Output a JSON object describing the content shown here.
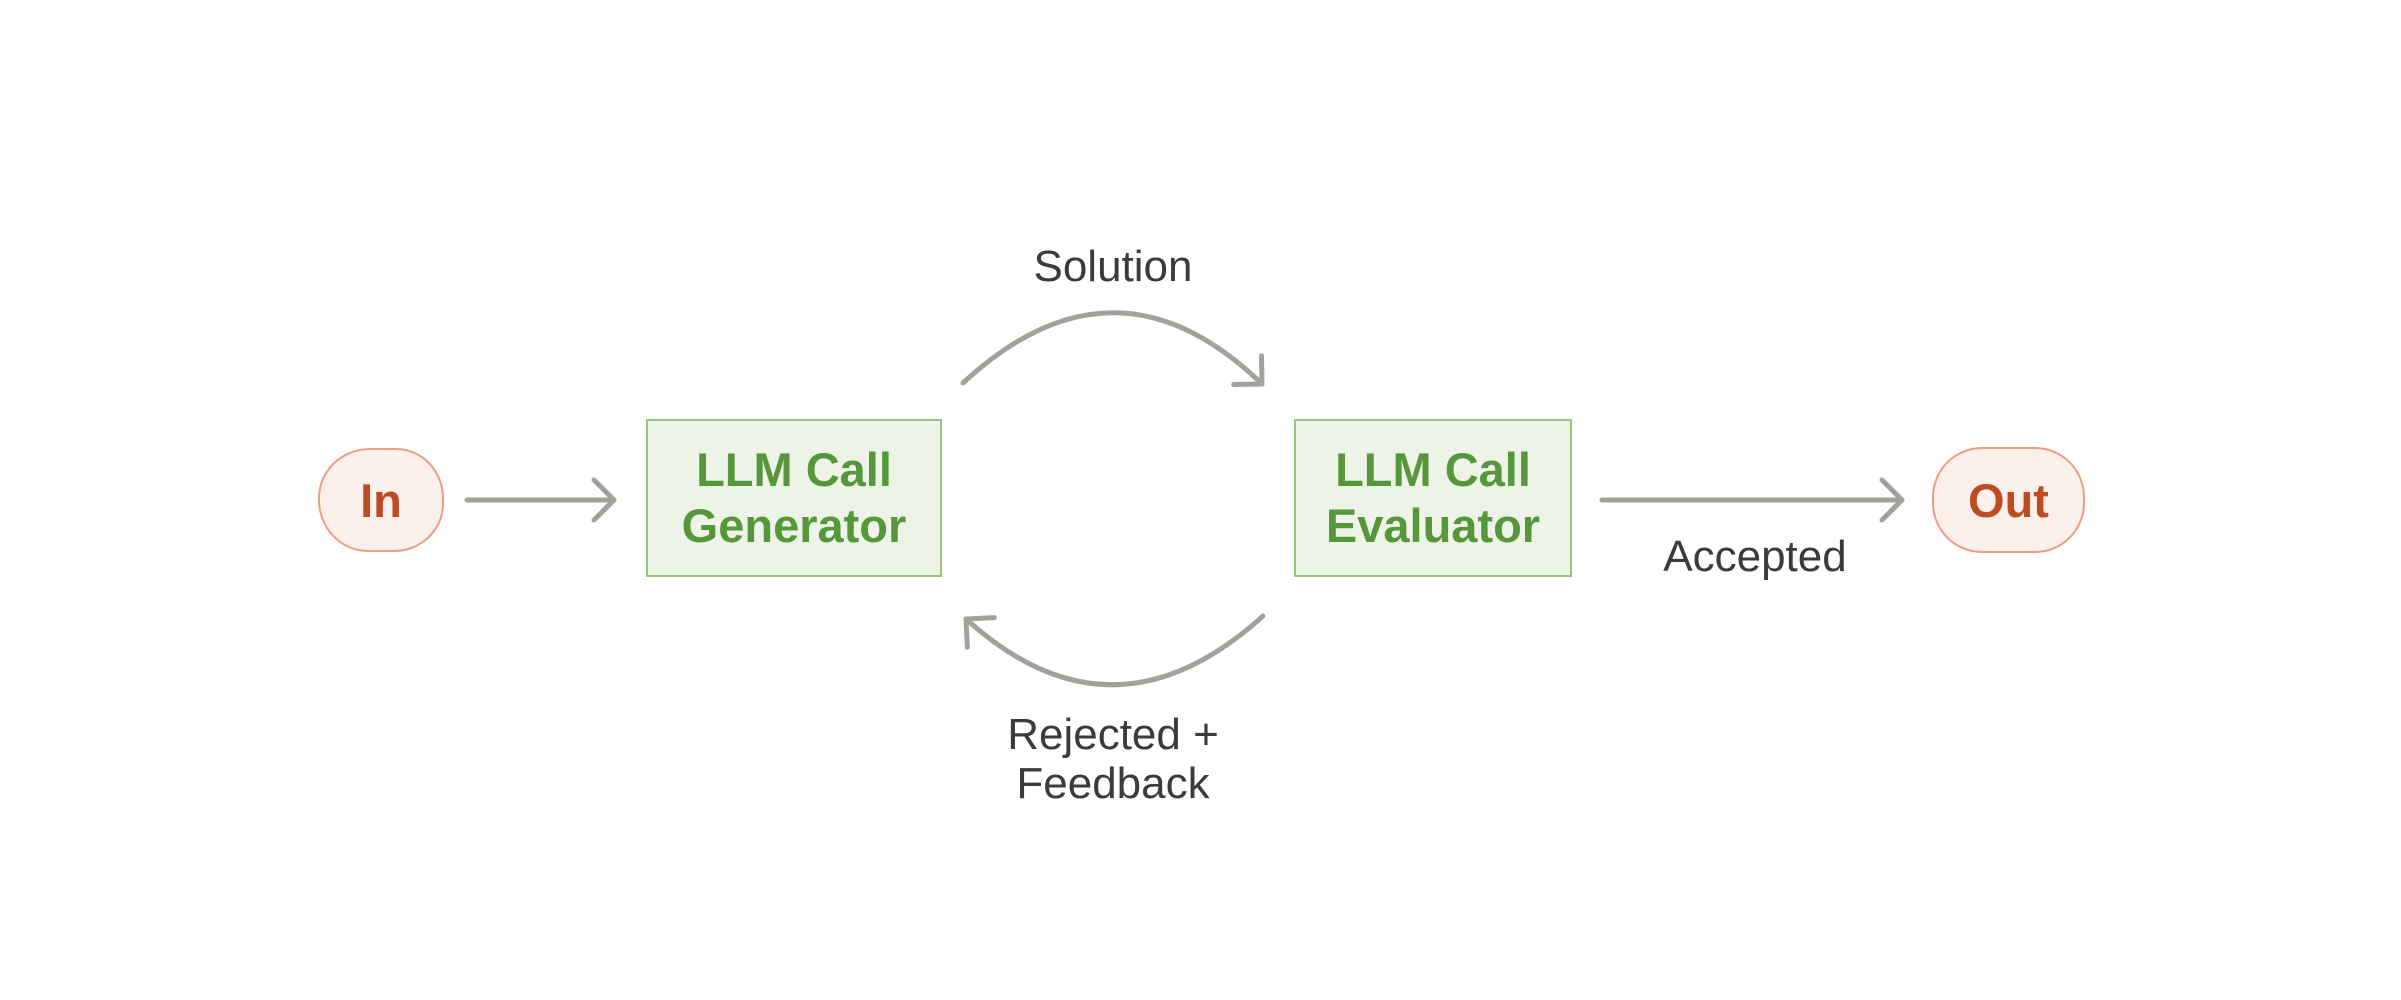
{
  "diagram_type": "flowchart",
  "nodes": {
    "input": {
      "label": "In"
    },
    "generator": {
      "line1": "LLM Call",
      "line2": "Generator"
    },
    "evaluator": {
      "line1": "LLM Call",
      "line2": "Evaluator"
    },
    "output": {
      "label": "Out"
    }
  },
  "edges": {
    "in_to_generator": {
      "from": "input",
      "to": "generator",
      "label": ""
    },
    "generator_to_evaluator": {
      "from": "generator",
      "to": "evaluator",
      "label": "Solution"
    },
    "evaluator_to_generator": {
      "from": "evaluator",
      "to": "generator",
      "label_line1": "Rejected +",
      "label_line2": "Feedback"
    },
    "evaluator_to_output": {
      "from": "evaluator",
      "to": "output",
      "label": "Accepted"
    }
  },
  "colors": {
    "background": "#ffffff",
    "box_fill": "#edf4e7",
    "box_border": "#96c57c",
    "box_text": "#55973a",
    "pill_fill": "#fbf0ec",
    "pill_border": "#ec9e83",
    "pill_text": "#bd4c23",
    "arrow": "#a2a29d",
    "label_text": "#3b3b38"
  }
}
